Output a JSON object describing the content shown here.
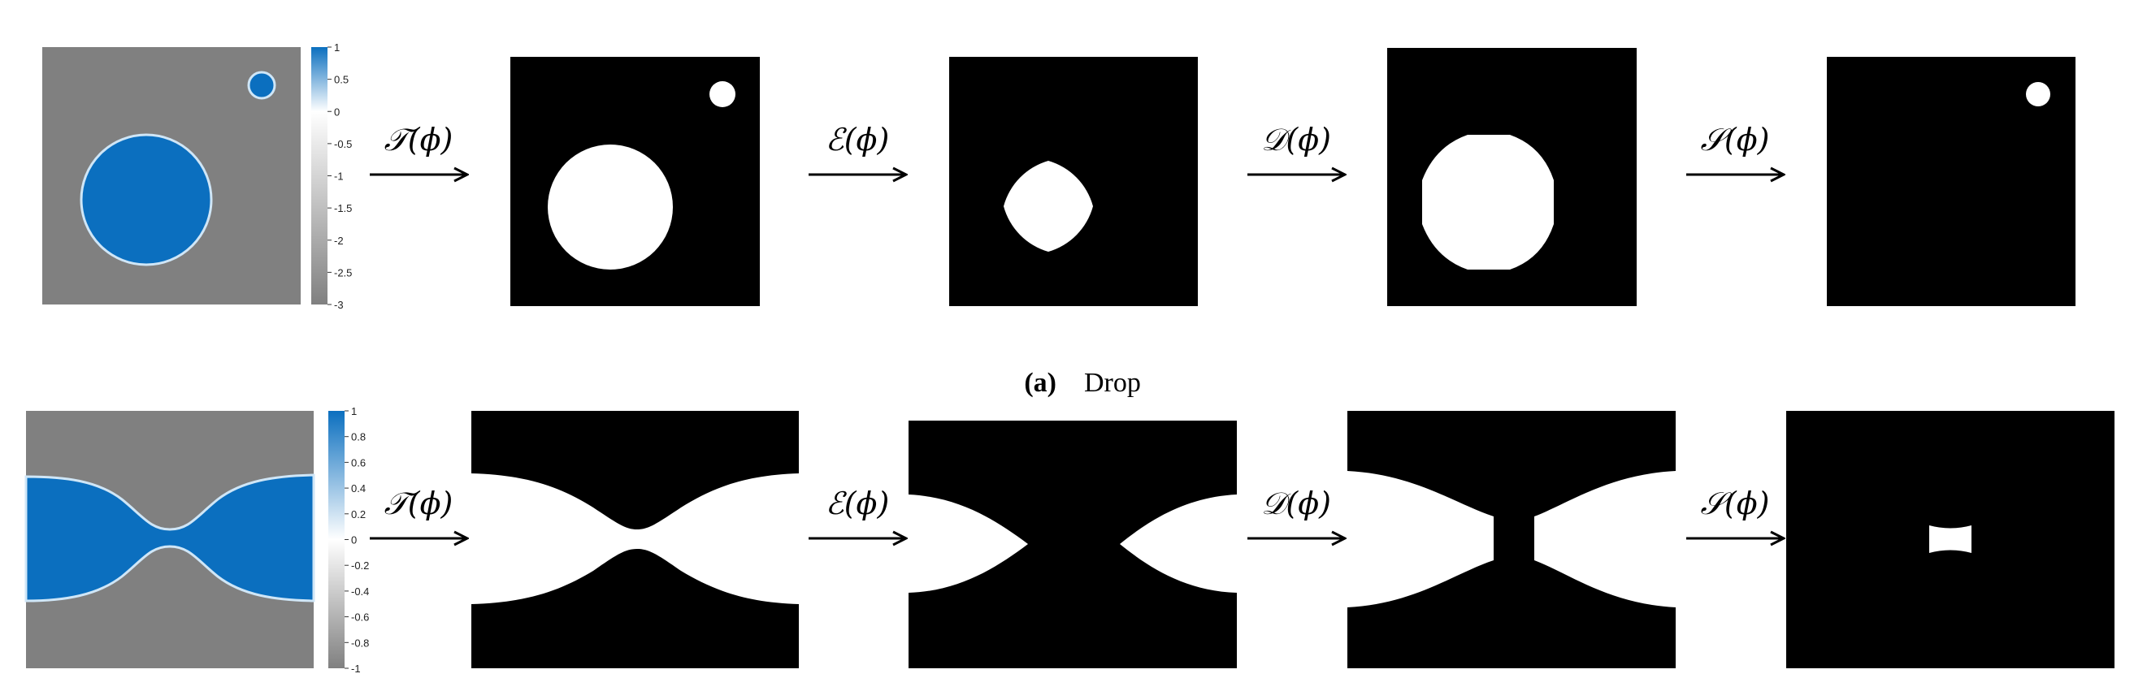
{
  "figure": {
    "row_a": {
      "caption_tag": "(a)",
      "caption_text": "Drop",
      "colorbar_ticks": [
        "1",
        "0.5",
        "0",
        "-0.5",
        "-1",
        "-1.5",
        "-2",
        "-2.5",
        "-3"
      ],
      "operators": [
        "𝒯(ϕ)",
        "ℰ(ϕ)",
        "𝒟(ϕ)",
        "𝒮(ϕ)"
      ]
    },
    "row_b": {
      "colorbar_ticks": [
        "1",
        "0.8",
        "0.6",
        "0.4",
        "0.2",
        "0",
        "-0.2",
        "-0.4",
        "-0.6",
        "-0.8",
        "-1"
      ],
      "operators": [
        "𝒯(ϕ)",
        "ℰ(ϕ)",
        "𝒟(ϕ)",
        "𝒮(ϕ)"
      ]
    },
    "colors": {
      "phase_blue": "#0b6fbf",
      "background_gray": "#808080",
      "mask_black": "#000000",
      "mask_white": "#ffffff"
    }
  }
}
